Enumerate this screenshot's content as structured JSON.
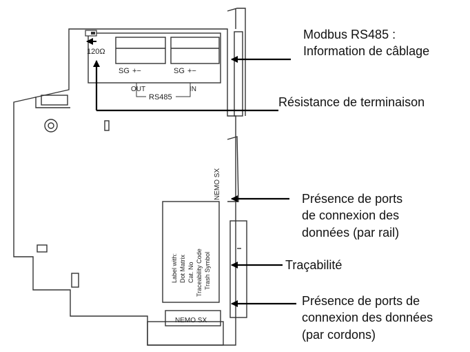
{
  "device": {
    "switch_label": "120Ω",
    "port_pins": [
      "SG",
      "+−",
      "SG",
      "+−"
    ],
    "port_out": "OUT",
    "port_in": "IN",
    "bus_label": "RS485",
    "side_label": "NEMO SX",
    "bottom_label": "NEMO SX",
    "sticker_lines": [
      "Label with:",
      "Dot Matrix",
      "Cat. No",
      "Traceability Code",
      "Trash Symbol"
    ]
  },
  "callouts": {
    "modbus": "Modbus RS485 :\nInformation de câblage",
    "termination": "Résistance de terminaison",
    "rail_ports": "Présence de ports\nde connexion des\ndonnées (par rail)",
    "traceability": "Traçabilité",
    "cable_ports": "Présence de ports de\nconnexion des données\n(par cordons)"
  },
  "colors": {
    "line": "#333333",
    "arrow": "#000000"
  }
}
